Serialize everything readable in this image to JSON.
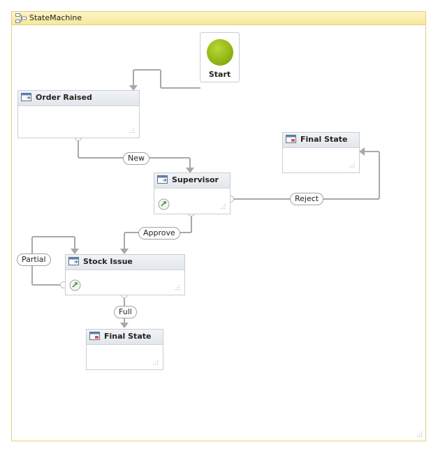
{
  "designer": {
    "title": "StateMachine"
  },
  "start": {
    "label": "Start"
  },
  "states": {
    "order_raised": "Order Raised",
    "final_state_top": "Final State",
    "supervisor": "Supervisor",
    "stock_issue": "Stock Issue",
    "final_state_bottom": "Final State"
  },
  "transitions": {
    "new": "New",
    "reject": "Reject",
    "approve": "Approve",
    "partial": "Partial",
    "full": "Full"
  },
  "colors": {
    "connector": "#a8a8a8",
    "start_fill": "#8aae0e",
    "canvas_header": "#f6e79b",
    "final_icon_accent": "#d9534f"
  }
}
